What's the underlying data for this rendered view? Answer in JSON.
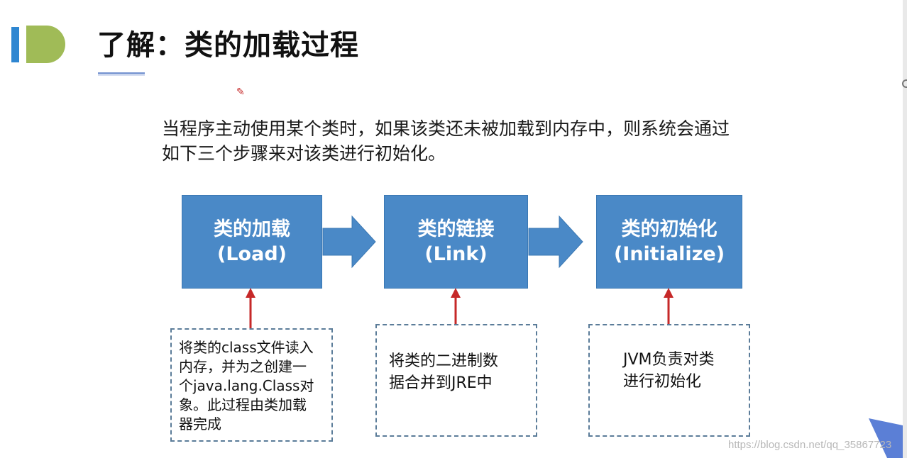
{
  "slide": {
    "title": "了解：类的加载过程",
    "intro_lines": [
      "当程序主动使用某个类时，如果该类还未被加载到内存中，则系统会通过",
      "如下三个步骤来对该类进行初始化。"
    ]
  },
  "steps": [
    {
      "name": "类的加载",
      "en": "(Load)"
    },
    {
      "name": "类的链接",
      "en": "(Link)"
    },
    {
      "name": "类的初始化",
      "en": "(Initialize)"
    }
  ],
  "notes": [
    {
      "lines": [
        "将类的class文件读入",
        "内存，并为之创建一",
        "个java.lang.Class对",
        "象。此过程由类加载",
        "器完成"
      ]
    },
    {
      "lines": [
        "将类的二进制数",
        "据合并到JRE中"
      ]
    },
    {
      "lines": [
        "JVM负责对类",
        "进行初始化"
      ]
    }
  ],
  "watermark": "https://blog.csdn.net/qq_35867723",
  "colors": {
    "step_fill": "#4a89c7",
    "flow_arrow": "#4a89c7",
    "pointer_arrow": "#c62828",
    "logo_blue": "#2e86d1",
    "logo_green": "#a0bb57",
    "note_border": "#5b7c99"
  }
}
